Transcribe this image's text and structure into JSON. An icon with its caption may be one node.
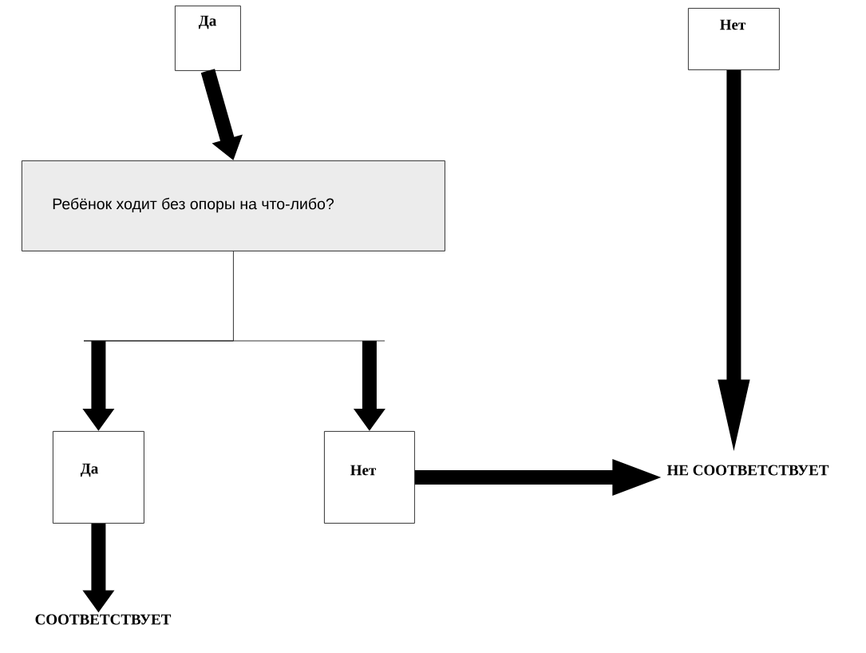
{
  "diagram": {
    "nodes": [
      {
        "text": [
          "Да"
        ]
      },
      {
        "text": [
          "Нет"
        ]
      },
      {
        "text": [
          "Ребёнок ходит без опоры на что-либо?"
        ]
      },
      {
        "text": [
          "Да"
        ]
      },
      {
        "text": [
          "Нет"
        ]
      },
      {
        "text": [
          "НЕ СООТВЕТСТВУЕТ"
        ]
      },
      {
        "text": [
          "СООТВЕТСТВУЕТ"
        ]
      }
    ],
    "edges": [
      {
        "from": 0,
        "to": 2,
        "arrow": "to"
      },
      {
        "from": 2,
        "to": 3,
        "arrow": "to"
      },
      {
        "from": 2,
        "to": 4,
        "arrow": "to"
      },
      {
        "from": 3,
        "to": 6,
        "arrow": "to"
      },
      {
        "from": 4,
        "to": 5,
        "arrow": "to"
      },
      {
        "from": 1,
        "to": 5,
        "arrow": "to"
      }
    ]
  }
}
